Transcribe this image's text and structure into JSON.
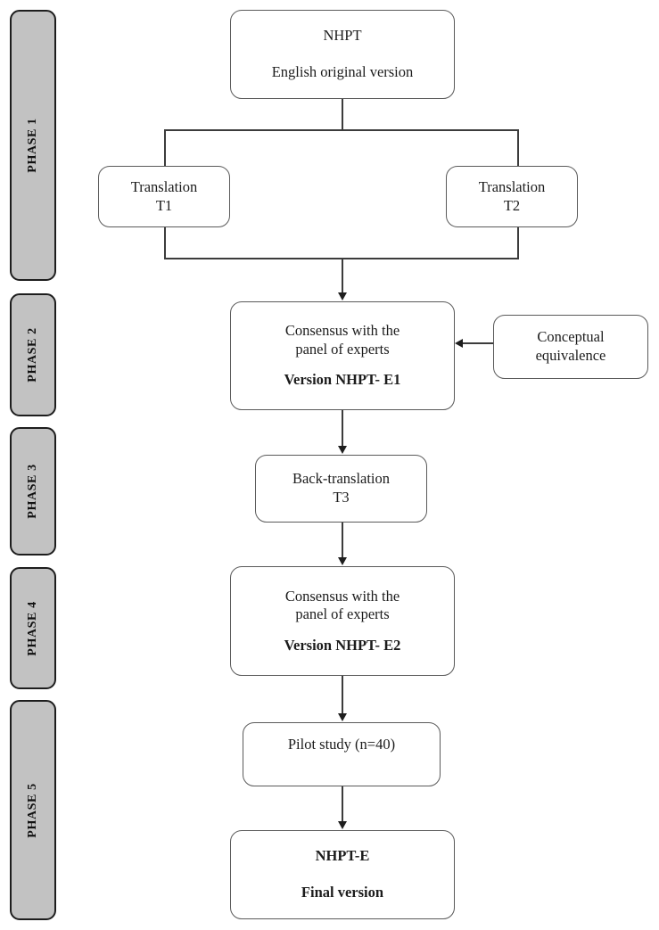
{
  "figure": {
    "kind": "flowchart",
    "orientation": "top-to-bottom",
    "accent_gray": "#c2c2c2",
    "line_color": "#3c3c3c",
    "box_border": "#5a5a5a"
  },
  "phases": [
    {
      "label": "PHASE 1"
    },
    {
      "label": "PHASE 2"
    },
    {
      "label": "PHASE 3"
    },
    {
      "label": "PHASE 4"
    },
    {
      "label": "PHASE 5"
    }
  ],
  "nodes": {
    "source": {
      "line1": "NHPT",
      "line2": "English original version"
    },
    "translation_1": {
      "line1": "Translation",
      "line2": "T1"
    },
    "translation_2": {
      "line1": "Translation",
      "line2": "T2"
    },
    "consensus_e1": {
      "line1": "Consensus with the",
      "line2": "panel of experts",
      "line3": "Version NHPT- E1"
    },
    "conceptual_equivalence": {
      "line1": "Conceptual",
      "line2": "equivalence"
    },
    "back_translation": {
      "line1": "Back-translation",
      "line2": "T3"
    },
    "consensus_e2": {
      "line1": "Consensus with the",
      "line2": "panel of experts",
      "line3": "Version NHPT- E2"
    },
    "pilot_study": {
      "line1": "Pilot study (n=40)"
    },
    "final_version": {
      "line1": "NHPT-E",
      "line2": "Final version"
    }
  }
}
